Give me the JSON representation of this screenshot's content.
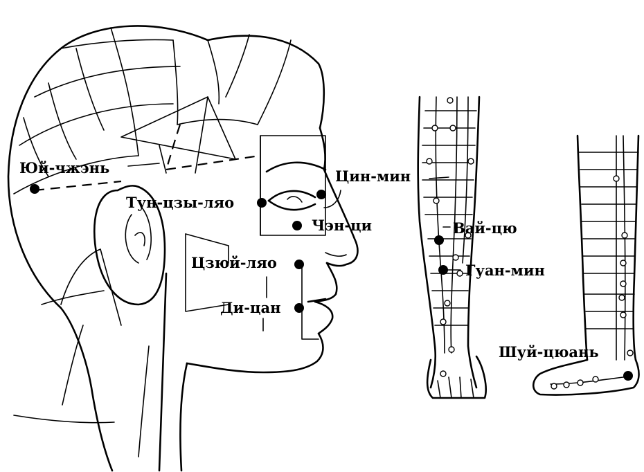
{
  "points": {
    "yui_zhen": "Юй-чжэнь",
    "tun_tszy_lyao": "Тун-цзы-ляо",
    "tsin_min": "Цин-мин",
    "chen_tsi": "Чэн-ци",
    "tszyui_lyao": "Цзюй-ляо",
    "di_tsan": "Ди-цан",
    "vai_tsyu": "Вай-цю",
    "guan_min": "Гуан-мин",
    "shui_tsyuan": "Шуй-цюань"
  }
}
